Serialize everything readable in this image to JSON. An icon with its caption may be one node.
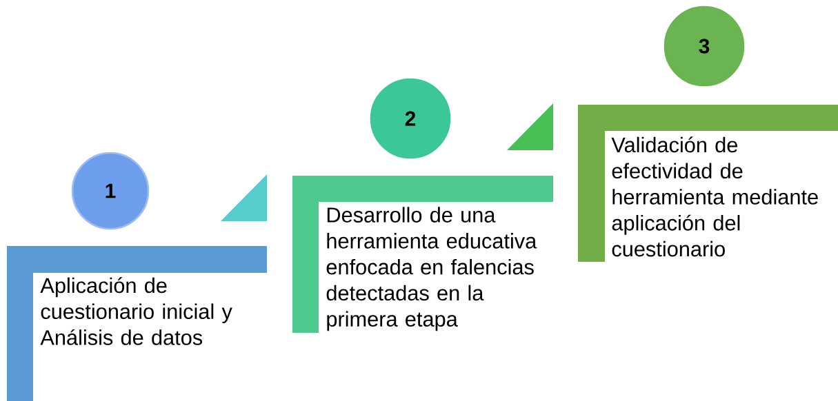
{
  "diagram": {
    "nodes": [
      {
        "text": [
          "1"
        ]
      },
      {
        "text": [
          "Aplicación de cuestionario inicial y Análisis de datos"
        ]
      },
      {
        "text": [
          "2"
        ]
      },
      {
        "text": [
          "Desarrollo de una herramienta educativa enfocada en falencias detectadas en la primera etapa"
        ]
      },
      {
        "text": [
          "3"
        ]
      },
      {
        "text": [
          "Validación de efectividad de herramienta mediante aplicación del cuestionario"
        ]
      }
    ]
  }
}
